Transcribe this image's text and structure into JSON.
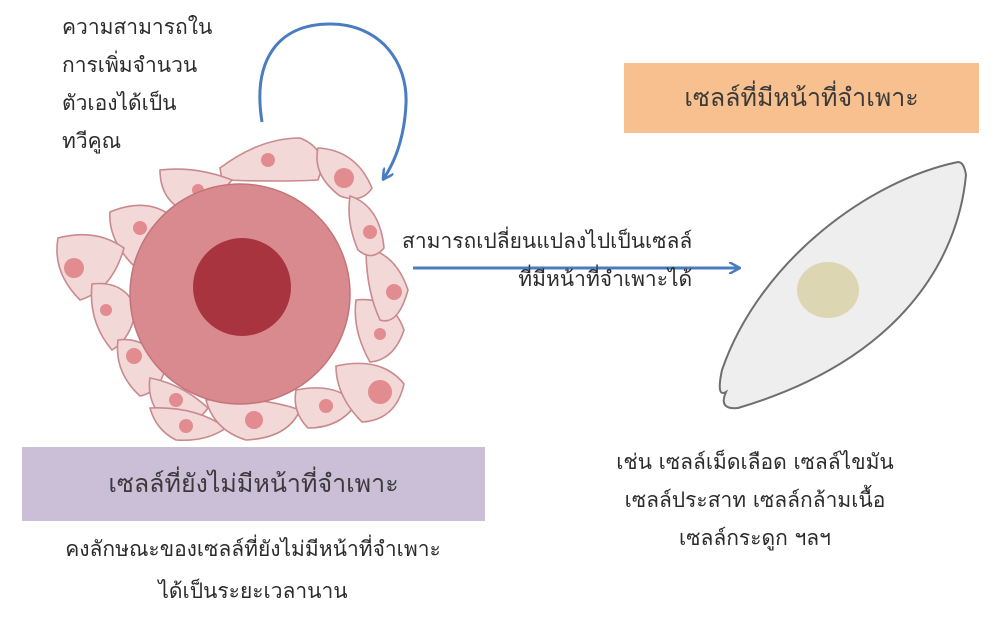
{
  "labels": {
    "self_renewal": [
      "ความสามารถใน",
      "การเพิ่มจำนวน",
      "ตัวเองได้เป็น",
      "ทวีคูณ"
    ],
    "specialized_box": "เซลล์ที่มีหน้าที่จำเพาะ",
    "differentiation": [
      "สามารถเปลี่ยนแปลงไปเป็นเซลล์",
      "ที่มีหน้าที่จำเพาะได้"
    ],
    "unspecialized_box": "เซลล์ที่ยังไม่มีหน้าที่จำเพาะ",
    "long_term": [
      "คงลักษณะของเซลล์ที่ยังไม่มีหน้าที่จำเพาะ",
      "ได้เป็นระยะเวลานาน"
    ],
    "examples": [
      "เช่น เซลล์เม็ดเลือด เซลล์ไขมัน",
      "เซลล์ประสาท เซลล์กล้ามเนื้อ",
      "เซลล์กระดูก ฯลฯ"
    ]
  },
  "colors": {
    "arrow": "#4a7cc0",
    "specialized_box": "#f9c08f",
    "unspecialized_box": "#cbbfd8",
    "stem_outer": "#d98a8e",
    "stem_nucleus": "#a8343f",
    "niche_cell": "#f3d8d8",
    "niche_nucleus": "#e28c90",
    "specialized_cell": "#eeeeee",
    "specialized_nucleus": "#dcd6b2"
  }
}
